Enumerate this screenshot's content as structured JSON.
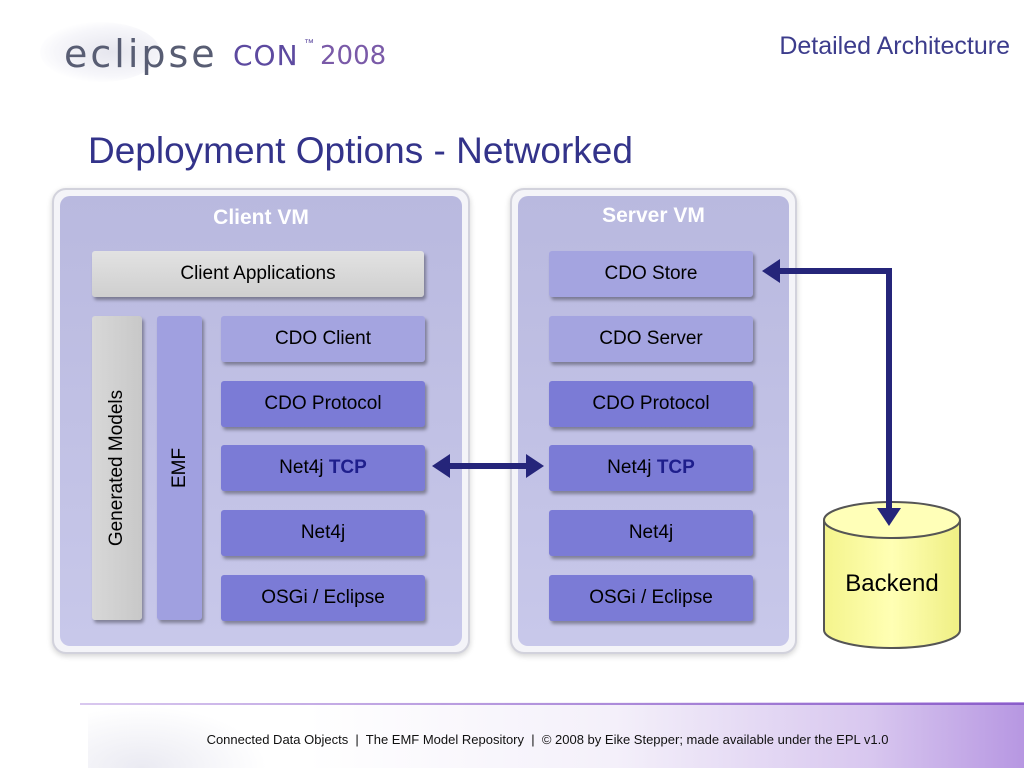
{
  "logo": {
    "word": "eclipse",
    "con": "CON",
    "tm": "™",
    "year": "2008"
  },
  "header": {
    "section": "Detailed Architecture"
  },
  "slide": {
    "title": "Deployment Options - Networked"
  },
  "client_vm": {
    "title": "Client VM",
    "client_applications": "Client Applications",
    "generated_models": "Generated Models",
    "emf": "EMF",
    "stack": {
      "cdo_client": "CDO Client",
      "cdo_protocol": "CDO Protocol",
      "net4j_tcp_prefix": "Net4j",
      "net4j_tcp_suffix": "TCP",
      "net4j": "Net4j",
      "osgi": "OSGi / Eclipse"
    }
  },
  "server_vm": {
    "title": "Server VM",
    "stack": {
      "cdo_store": "CDO Store",
      "cdo_server": "CDO Server",
      "cdo_protocol": "CDO Protocol",
      "net4j_tcp_prefix": "Net4j",
      "net4j_tcp_suffix": "TCP",
      "net4j": "Net4j",
      "osgi": "OSGi / Eclipse"
    }
  },
  "backend": {
    "label": "Backend"
  },
  "footer": {
    "text": "Connected Data Objects  |  The EMF Model Repository  |  © 2008 by Eike Stepper; made available under the EPL v1.0"
  },
  "colors": {
    "title": "#33338a",
    "panel": "#c0c0e4",
    "box_light": "#a4a4e0",
    "box_mid": "#7b7bd6",
    "arrow": "#25257a",
    "tcp": "#1e1e8c",
    "backend_fill": "#ffffa8"
  }
}
